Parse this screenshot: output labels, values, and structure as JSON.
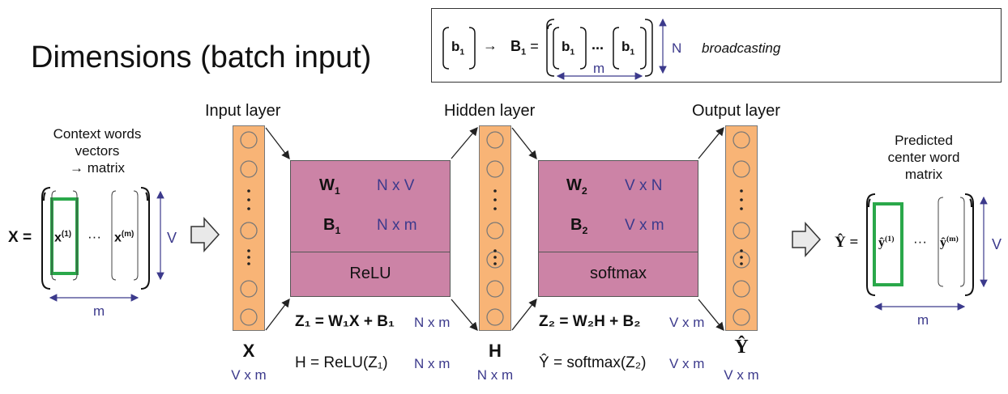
{
  "title": "Dimensions (batch input)",
  "broadcast": {
    "b1": "b",
    "b1_sub": "1",
    "arrow": "→",
    "B1_label": "B",
    "B1_sub": "1",
    "equals": "=",
    "dots": "...",
    "m": "m",
    "N": "N",
    "note": "broadcasting"
  },
  "input_side": {
    "caption_lines": [
      "Context words",
      "vectors",
      "→ matrix"
    ],
    "X_label": "X =",
    "x1": "x",
    "x1_sup": "(1)",
    "dots": "···",
    "xm": "x",
    "xm_sup": "(m)",
    "V": "V",
    "m": "m"
  },
  "layers": {
    "input": "Input layer",
    "hidden": "Hidden layer",
    "output": "Output layer"
  },
  "block1": {
    "W": "W",
    "W_sub": "1",
    "W_dim": "N x V",
    "B": "B",
    "B_sub": "1",
    "B_dim": "N x m",
    "act": "ReLU"
  },
  "block2": {
    "W": "W",
    "W_sub": "2",
    "W_dim": "V x N",
    "B": "B",
    "B_sub": "2",
    "B_dim": "V x m",
    "act": "softmax"
  },
  "equations": {
    "z1": "Z₁ = W₁X + B₁",
    "z1_dim": "N x m",
    "h": "H = ReLU(Z₁)",
    "h_dim": "N x m",
    "z2": "Z₂ = W₂H + B₂",
    "z2_dim": "V x m",
    "y": "Ŷ = softmax(Z₂)",
    "y_dim": "V x m"
  },
  "columns": {
    "X": "X",
    "X_dim": "V x m",
    "H": "H",
    "H_dim": "N x m",
    "Y": "Ŷ",
    "Y_dim": "V x m"
  },
  "output_side": {
    "caption_lines": [
      "Predicted",
      "center word",
      "matrix"
    ],
    "Y_label": "Ŷ =",
    "y1": "ŷ",
    "y1_sup": "(1)",
    "dots": "···",
    "ym": "ŷ",
    "ym_sup": "(m)",
    "V": "V",
    "m": "m"
  },
  "colors": {
    "neuron_column": "#f8b476",
    "layer_block": "#cc83a6",
    "highlight": "#2aa84a",
    "dimension_text": "#3c3a8c"
  }
}
